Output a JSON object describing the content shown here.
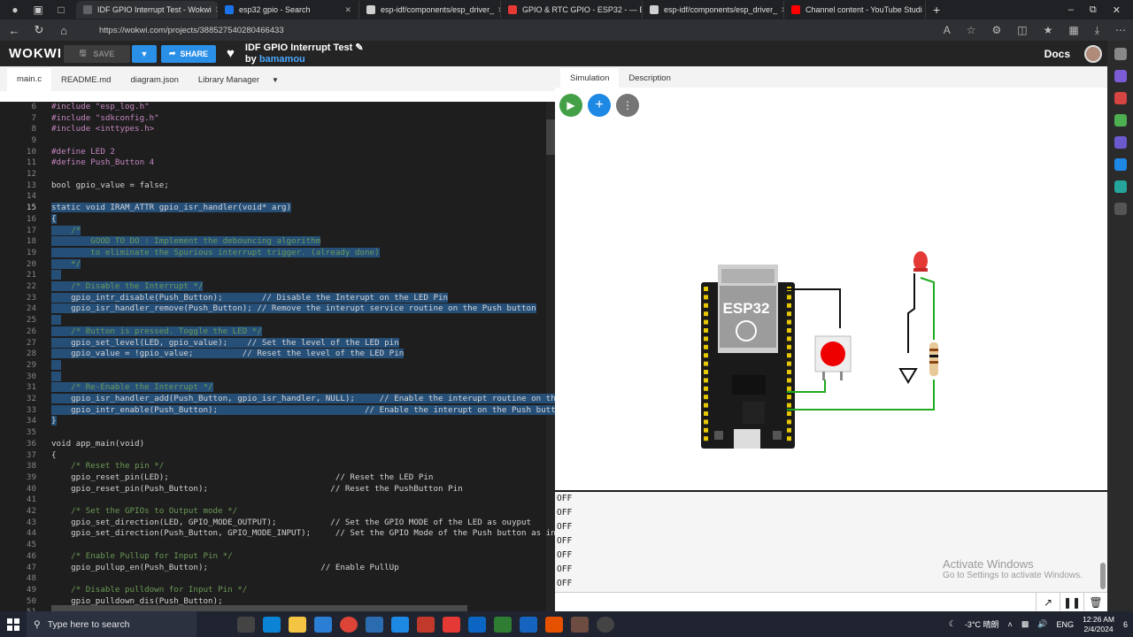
{
  "browser": {
    "tabs": [
      {
        "title": "IDF GPIO Interrupt Test - Wokwi",
        "color": "#5f6368",
        "active": true
      },
      {
        "title": "esp32 gpio - Search",
        "color": "#1a73e8",
        "active": false
      },
      {
        "title": "esp-idf/components/esp_driver_",
        "color": "#d0d0d0",
        "active": false
      },
      {
        "title": "GPIO & RTC GPIO - ESP32 - — E",
        "color": "#e53935",
        "active": false
      },
      {
        "title": "esp-idf/components/esp_driver_",
        "color": "#d0d0d0",
        "active": false
      },
      {
        "title": "Channel content - YouTube Studi",
        "color": "#ff0000",
        "active": false
      }
    ],
    "url": "https://wokwi.com/projects/388527540280466433"
  },
  "header": {
    "logo": "WOKWI",
    "save_label": "SAVE",
    "share_label": "SHARE",
    "project_title": "IDF GPIO Interrupt Test",
    "by_label": "by",
    "author": "bamamou",
    "docs_label": "Docs"
  },
  "editor": {
    "tabs": [
      "main.c",
      "README.md",
      "diagram.json",
      "Library Manager"
    ],
    "lines": [
      {
        "n": "6",
        "t": "#include \"esp_log.h\"",
        "c": "pp"
      },
      {
        "n": "7",
        "t": "#include \"sdkconfig.h\"",
        "c": "pp"
      },
      {
        "n": "8",
        "t": "#include <inttypes.h>",
        "c": "pp"
      },
      {
        "n": "9",
        "t": "",
        "c": ""
      },
      {
        "n": "10",
        "t": "#define LED 2",
        "c": "pp"
      },
      {
        "n": "11",
        "t": "#define Push_Button 4",
        "c": "pp"
      },
      {
        "n": "12",
        "t": "",
        "c": ""
      },
      {
        "n": "13",
        "t": "bool gpio_value = false;",
        "c": ""
      },
      {
        "n": "14",
        "t": "",
        "c": ""
      },
      {
        "n": "15",
        "t": "static void IRAM_ATTR gpio_isr_handler(void* arg)",
        "c": "",
        "sel": true
      },
      {
        "n": "16",
        "t": "{",
        "c": "",
        "sel": true
      },
      {
        "n": "17",
        "t": "    /*",
        "c": "cm",
        "sel": true
      },
      {
        "n": "18",
        "t": "        GOOD TO DO : Implement the debouncing algorithm",
        "c": "cm",
        "sel": true
      },
      {
        "n": "19",
        "t": "        to eliminate the Spurious interrupt trigger. (already done)",
        "c": "cm",
        "sel": true
      },
      {
        "n": "20",
        "t": "    */",
        "c": "cm",
        "sel": true
      },
      {
        "n": "21",
        "t": "",
        "c": "",
        "sel": true
      },
      {
        "n": "22",
        "t": "    /* Disable the Interrupt */",
        "c": "cm",
        "sel": true
      },
      {
        "n": "23",
        "t": "    gpio_intr_disable(Push_Button);        // Disable the Interupt on the LED Pin",
        "c": "",
        "sel": true
      },
      {
        "n": "24",
        "t": "    gpio_isr_handler_remove(Push_Button); // Remove the interupt service routine on the Push button",
        "c": "",
        "sel": true
      },
      {
        "n": "25",
        "t": "",
        "c": "",
        "sel": true
      },
      {
        "n": "26",
        "t": "    /* Button is pressed. Toggle the LED */",
        "c": "cm",
        "sel": true
      },
      {
        "n": "27",
        "t": "    gpio_set_level(LED, gpio_value);    // Set the level of the LED pin",
        "c": "",
        "sel": true
      },
      {
        "n": "28",
        "t": "    gpio_value = !gpio_value;          // Reset the level of the LED Pin",
        "c": "",
        "sel": true
      },
      {
        "n": "29",
        "t": "",
        "c": "",
        "sel": true
      },
      {
        "n": "30",
        "t": "",
        "c": "",
        "sel": true
      },
      {
        "n": "31",
        "t": "    /* Re-Enable the Interrupt */",
        "c": "cm",
        "sel": true
      },
      {
        "n": "32",
        "t": "    gpio_isr_handler_add(Push_Button, gpio_isr_handler, NULL);     // Enable the interupt routine on the push b",
        "c": "",
        "sel": true
      },
      {
        "n": "33",
        "t": "    gpio_intr_enable(Push_Button);                              // Enable the interupt on the Push button",
        "c": "",
        "sel": true
      },
      {
        "n": "34",
        "t": "}",
        "c": "",
        "sel": true
      },
      {
        "n": "35",
        "t": "",
        "c": ""
      },
      {
        "n": "36",
        "t": "void app_main(void)",
        "c": ""
      },
      {
        "n": "37",
        "t": "{",
        "c": ""
      },
      {
        "n": "38",
        "t": "    /* Reset the pin */",
        "c": "cm"
      },
      {
        "n": "39",
        "t": "    gpio_reset_pin(LED);                                  // Reset the LED Pin",
        "c": ""
      },
      {
        "n": "40",
        "t": "    gpio_reset_pin(Push_Button);                         // Reset the PushButton Pin",
        "c": ""
      },
      {
        "n": "41",
        "t": "",
        "c": ""
      },
      {
        "n": "42",
        "t": "    /* Set the GPIOs to Output mode */",
        "c": "cm"
      },
      {
        "n": "43",
        "t": "    gpio_set_direction(LED, GPIO_MODE_OUTPUT);           // Set the GPIO MODE of the LED as ouyput",
        "c": ""
      },
      {
        "n": "44",
        "t": "    gpio_set_direction(Push_Button, GPIO_MODE_INPUT);     // Set the GPIO Mode of the Push button as input",
        "c": ""
      },
      {
        "n": "45",
        "t": "",
        "c": ""
      },
      {
        "n": "46",
        "t": "    /* Enable Pullup for Input Pin */",
        "c": "cm"
      },
      {
        "n": "47",
        "t": "    gpio_pullup_en(Push_Button);                       // Enable PullUp",
        "c": ""
      },
      {
        "n": "48",
        "t": "",
        "c": ""
      },
      {
        "n": "49",
        "t": "    /* Disable pulldown for Input Pin */",
        "c": "cm"
      },
      {
        "n": "50",
        "t": "    gpio_pulldown_dis(Push_Button);",
        "c": ""
      },
      {
        "n": "51",
        "t": "",
        "c": ""
      }
    ]
  },
  "simulation": {
    "tabs": [
      "Simulation",
      "Description"
    ],
    "chip_label": "ESP32",
    "console_lines": [
      "OFF",
      "OFF",
      "OFF",
      "OFF",
      "OFF",
      "OFF",
      "OFF"
    ],
    "watermark_title": "Activate Windows",
    "watermark_sub": "Go to Settings to activate Windows."
  },
  "taskbar": {
    "search_placeholder": "Type here to search",
    "weather": "-3°C 晴朗",
    "lang": "ENG",
    "time": "12:26 AM",
    "date": "2/4/2024",
    "notifications": "6"
  }
}
